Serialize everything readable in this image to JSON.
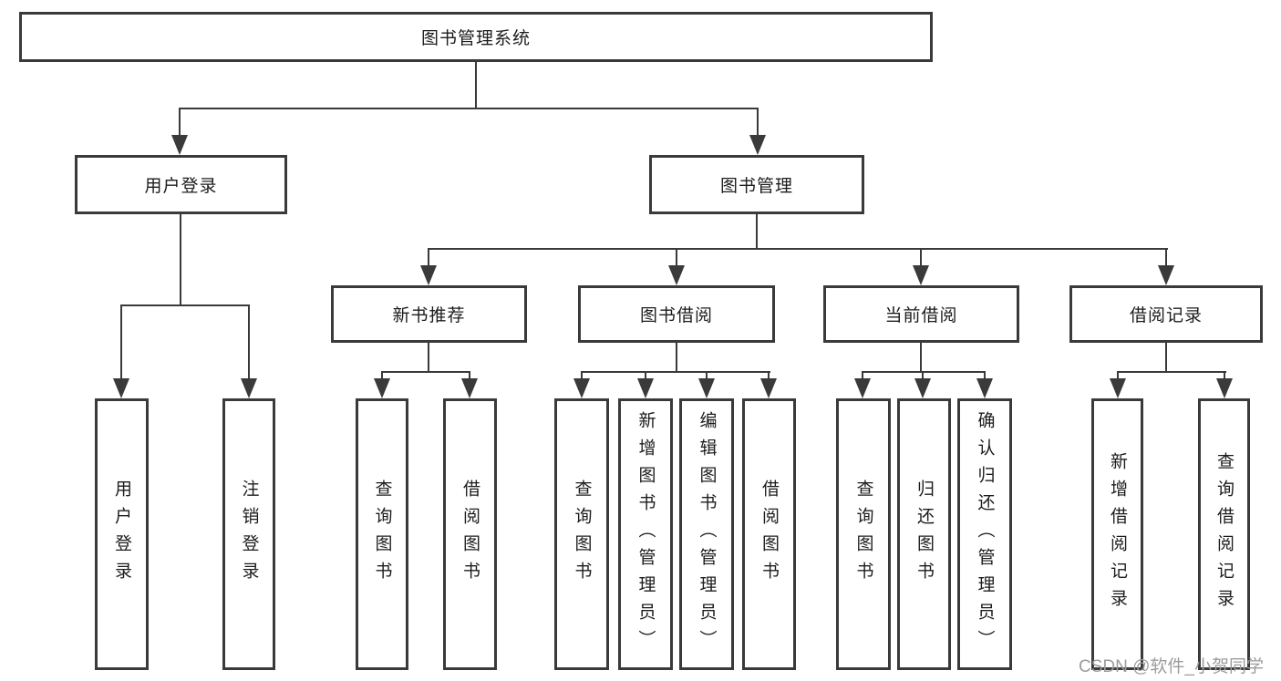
{
  "diagram_type": "hierarchy-tree",
  "colors": {
    "line": "#3a3a3a",
    "text": "#1c1c1c",
    "watermark": "#9c9c9c",
    "background": "#ffffff"
  },
  "tree": {
    "label": "图书管理系统",
    "children": [
      {
        "label": "用户登录",
        "children": [
          {
            "label": "用户登录"
          },
          {
            "label": "注销登录"
          }
        ]
      },
      {
        "label": "图书管理",
        "children": [
          {
            "label": "新书推荐",
            "children": [
              {
                "label": "查询图书"
              },
              {
                "label": "借阅图书"
              }
            ]
          },
          {
            "label": "图书借阅",
            "children": [
              {
                "label": "查询图书"
              },
              {
                "label": "新增图书（管理员）"
              },
              {
                "label": "编辑图书（管理员）"
              },
              {
                "label": "借阅图书"
              }
            ]
          },
          {
            "label": "当前借阅",
            "children": [
              {
                "label": "查询图书"
              },
              {
                "label": "归还图书"
              },
              {
                "label": "确认归还（管理员）"
              }
            ]
          },
          {
            "label": "借阅记录",
            "children": [
              {
                "label": "新增借阅记录"
              },
              {
                "label": "查询借阅记录"
              }
            ]
          }
        ]
      }
    ]
  },
  "watermark": "CSDN @软件_小贺同学"
}
